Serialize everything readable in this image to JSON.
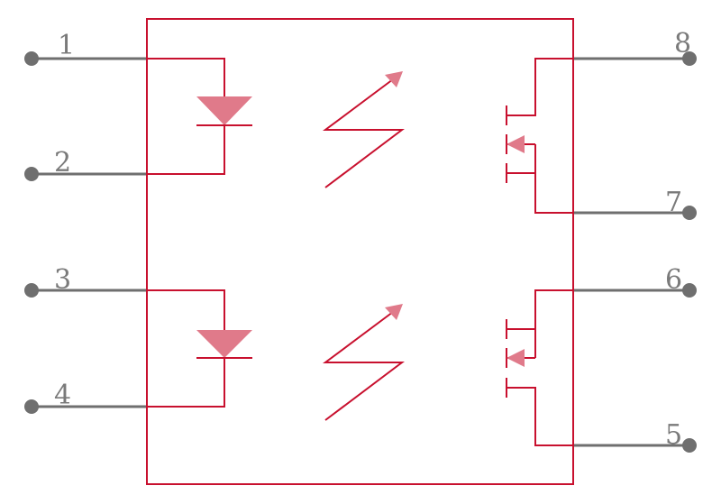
{
  "component": {
    "pins": [
      {
        "number": "1"
      },
      {
        "number": "2"
      },
      {
        "number": "3"
      },
      {
        "number": "4"
      },
      {
        "number": "5"
      },
      {
        "number": "6"
      },
      {
        "number": "7"
      },
      {
        "number": "8"
      }
    ]
  },
  "colors": {
    "symbol": "#c8102e",
    "symbol_fill": "#e07a8a",
    "pin": "#6f6f6f",
    "pin_label": "#7a7a7a"
  }
}
